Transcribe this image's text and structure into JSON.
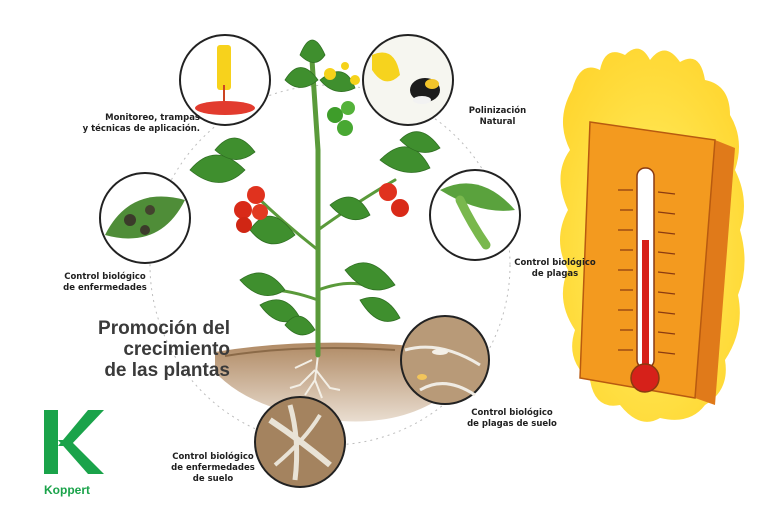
{
  "title_lines": [
    "Promoción del",
    "crecimiento",
    "de las plantas"
  ],
  "labels": {
    "monitoreo": [
      "Monitoreo, trampas",
      "y técnicas de aplicación."
    ],
    "polinizacion": [
      "Polinización",
      "Natural"
    ],
    "enfermedades": [
      "Control biológico",
      "de enfermedades"
    ],
    "plagas": [
      "Control biológico",
      "de plagas"
    ],
    "plagas_suelo": [
      "Control biológico",
      "de plagas de suelo"
    ],
    "enfermedades_suelo": [
      "Control biológico",
      "de enfermedades",
      "de suelo"
    ]
  },
  "brand": {
    "name": "Koppert",
    "color": "#1aa34a"
  },
  "icons": [
    "sticky-trap-icon",
    "bumblebee-icon",
    "leaf-disease-icon",
    "caterpillar-icon",
    "soil-pest-icon",
    "root-disease-icon",
    "thermometer-icon",
    "flame-icon",
    "koppert-logo-icon"
  ]
}
